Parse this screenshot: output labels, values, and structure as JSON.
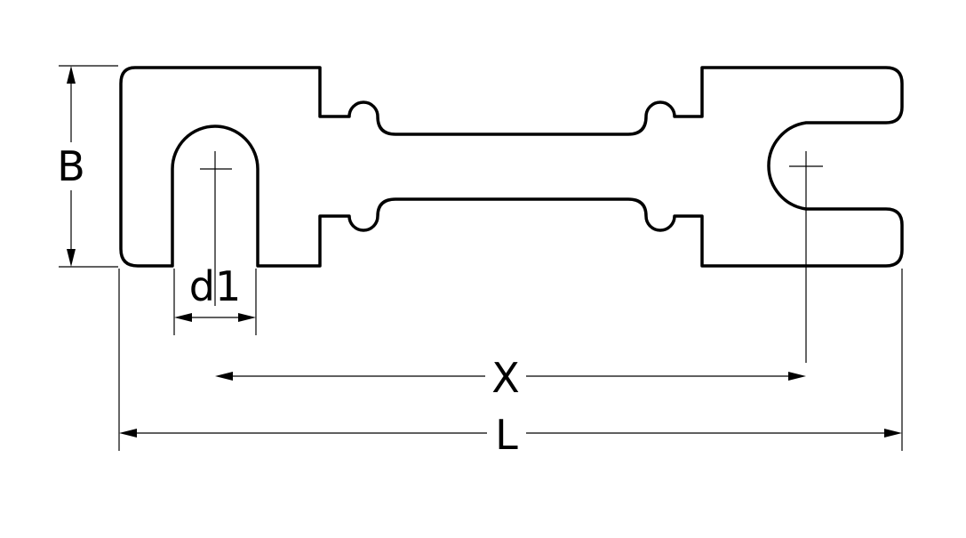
{
  "diagram": {
    "labels": {
      "B": "B",
      "d1": "d1",
      "X": "X",
      "L": "L"
    },
    "colors": {
      "line": "#000000",
      "background": "#ffffff"
    }
  }
}
